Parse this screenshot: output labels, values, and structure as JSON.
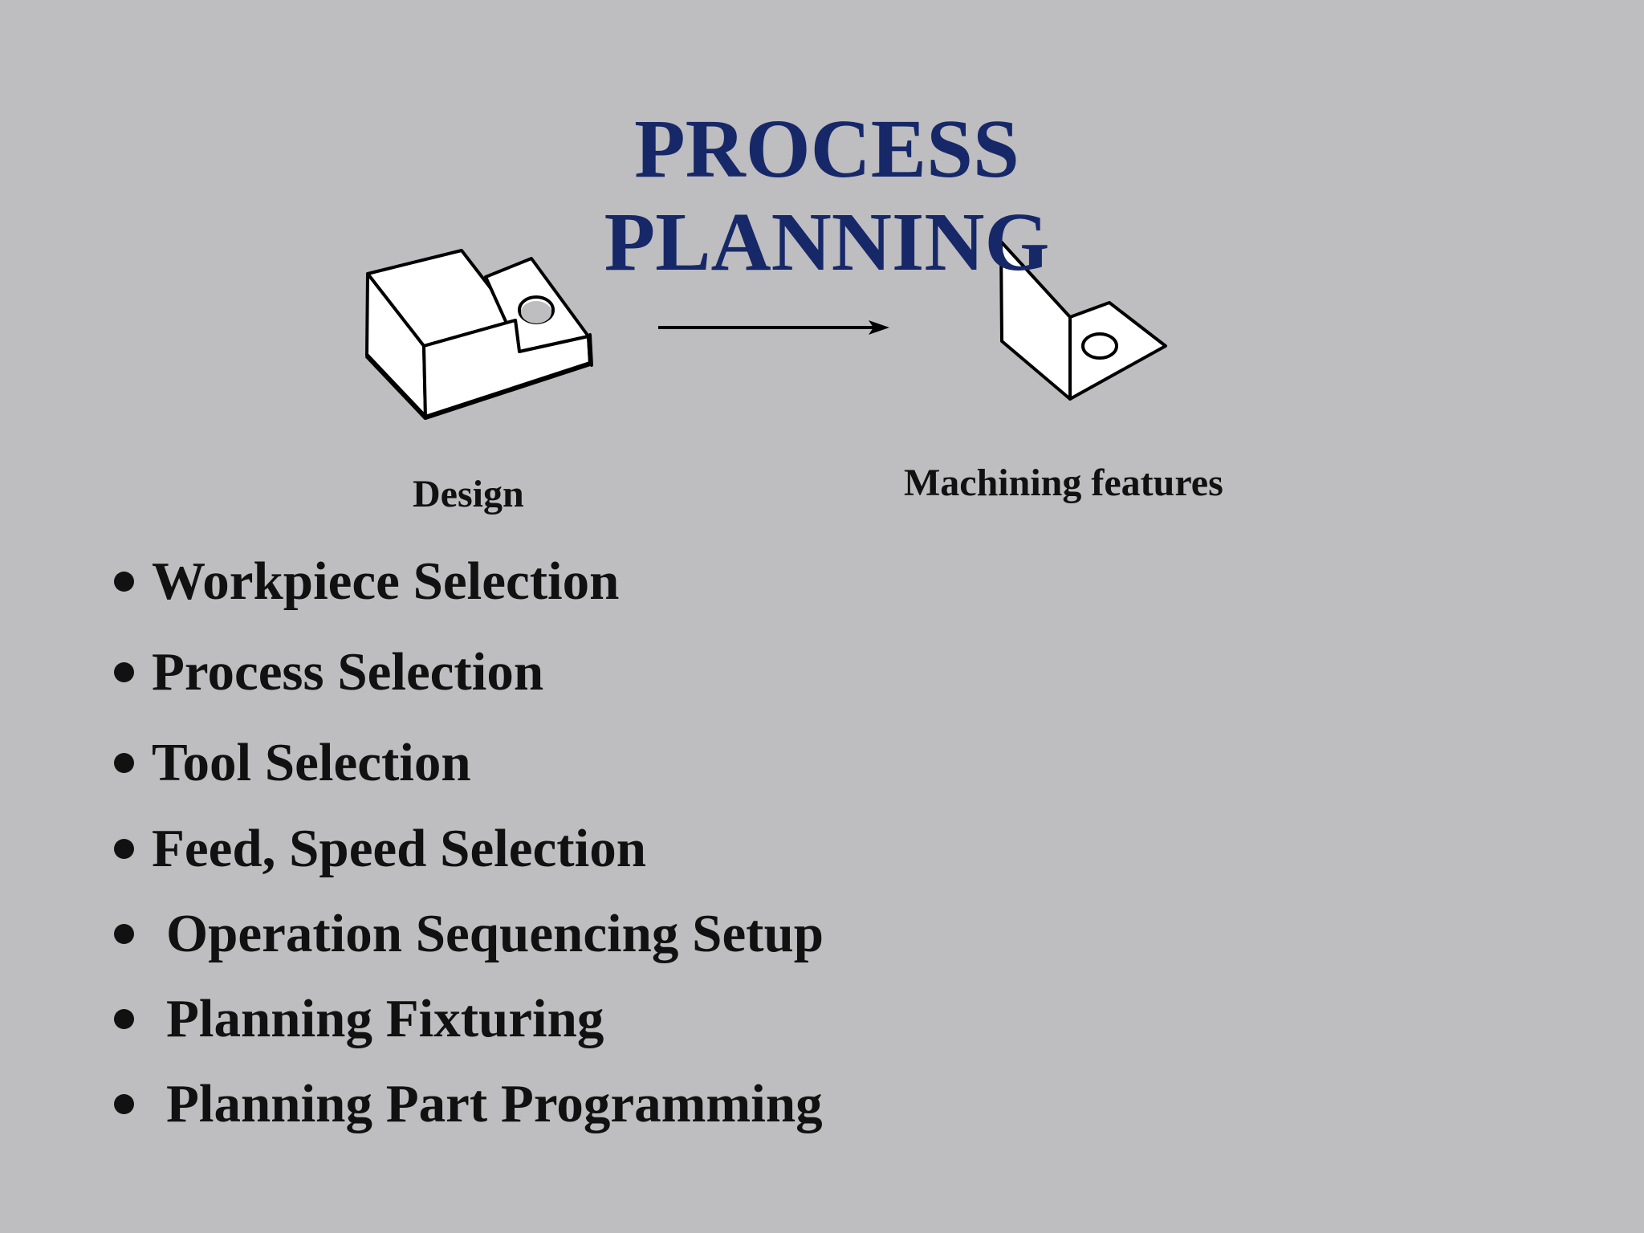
{
  "slide": {
    "title_line1": "PROCESS",
    "title_line2": "PLANNING",
    "captions": {
      "design": "Design",
      "machining": "Machining features"
    },
    "bullets": [
      "Workpiece Selection",
      "Process Selection",
      "Tool Selection",
      "Feed, Speed Selection",
      "Operation Sequencing Setup",
      "Planning Fixturing",
      "Planning Part Programming"
    ],
    "colors": {
      "background": "#bebdbf",
      "title": "#172869",
      "text": "#111111"
    }
  }
}
